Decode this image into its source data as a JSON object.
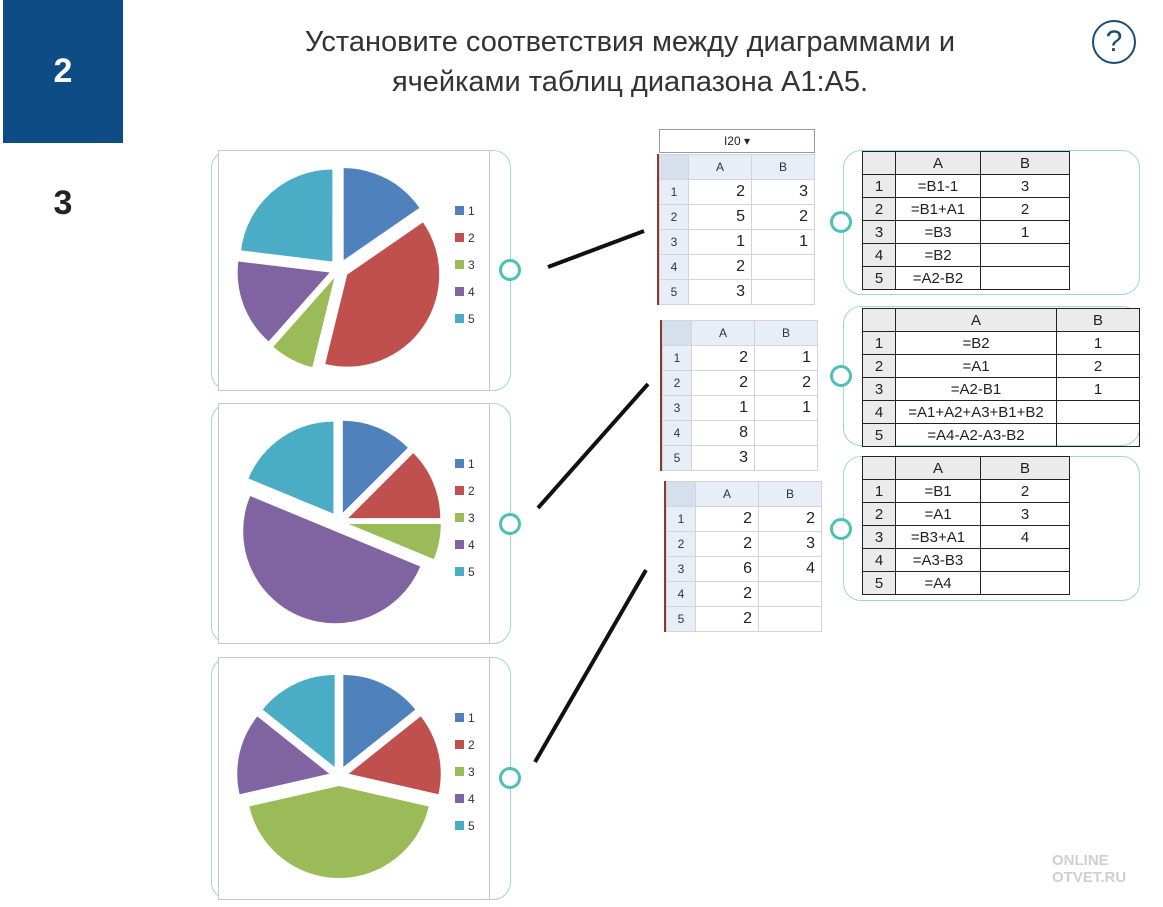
{
  "sidebar": {
    "items": [
      {
        "label": "2",
        "active": true
      },
      {
        "label": "3",
        "active": false
      }
    ]
  },
  "header": {
    "title_line1": "Установите соответствия между диаграммами и",
    "title_line2": "ячейками таблиц диапазона А1:А5.",
    "help_icon": "?"
  },
  "legend_labels": [
    "1",
    "2",
    "3",
    "4",
    "5"
  ],
  "colors": {
    "s1": "#4f81bd",
    "s2": "#c0504d",
    "s3": "#9bbb59",
    "s4": "#8064a2",
    "s5": "#4bacc6",
    "accent": "#4ec1b5",
    "sidebar_active": "#0e4c85"
  },
  "chart_data": [
    {
      "type": "pie",
      "categories": [
        "1",
        "2",
        "3",
        "4",
        "5"
      ],
      "values": [
        2,
        5,
        1,
        2,
        3
      ]
    },
    {
      "type": "pie",
      "categories": [
        "1",
        "2",
        "3",
        "4",
        "5"
      ],
      "values": [
        2,
        2,
        1,
        8,
        3
      ]
    },
    {
      "type": "pie",
      "categories": [
        "1",
        "2",
        "3",
        "4",
        "5"
      ],
      "values": [
        2,
        2,
        6,
        2,
        2
      ]
    }
  ],
  "spreadsheets": [
    {
      "namebox": "I20",
      "cols": [
        "A",
        "B"
      ],
      "rows": [
        [
          "1",
          "2",
          "3"
        ],
        [
          "2",
          "5",
          "2"
        ],
        [
          "3",
          "1",
          "1"
        ],
        [
          "4",
          "2",
          ""
        ],
        [
          "5",
          "3",
          ""
        ]
      ]
    },
    {
      "cols": [
        "A",
        "B"
      ],
      "rows": [
        [
          "1",
          "2",
          "1"
        ],
        [
          "2",
          "2",
          "2"
        ],
        [
          "3",
          "1",
          "1"
        ],
        [
          "4",
          "8",
          ""
        ],
        [
          "5",
          "3",
          ""
        ]
      ]
    },
    {
      "cols": [
        "A",
        "B"
      ],
      "rows": [
        [
          "1",
          "2",
          "2"
        ],
        [
          "2",
          "2",
          "3"
        ],
        [
          "3",
          "6",
          "4"
        ],
        [
          "4",
          "2",
          ""
        ],
        [
          "5",
          "2",
          ""
        ]
      ]
    }
  ],
  "formula_tables": [
    {
      "cols": [
        "A",
        "B"
      ],
      "rows": [
        [
          "1",
          "=B1-1",
          "3"
        ],
        [
          "2",
          "=B1+A1",
          "2"
        ],
        [
          "3",
          "=B3",
          "1"
        ],
        [
          "4",
          "=B2",
          ""
        ],
        [
          "5",
          "=A2-B2",
          ""
        ]
      ]
    },
    {
      "cols": [
        "A",
        "B"
      ],
      "rows": [
        [
          "1",
          "=B2",
          "1"
        ],
        [
          "2",
          "=A1",
          "2"
        ],
        [
          "3",
          "=A2-B1",
          "1"
        ],
        [
          "4",
          "=A1+A2+A3+B1+B2",
          ""
        ],
        [
          "5",
          "=A4-A2-A3-B2",
          ""
        ]
      ]
    },
    {
      "cols": [
        "A",
        "B"
      ],
      "rows": [
        [
          "1",
          "=B1",
          "2"
        ],
        [
          "2",
          "=A1",
          "3"
        ],
        [
          "3",
          "=B3+A1",
          "4"
        ],
        [
          "4",
          "=A3-B3",
          ""
        ],
        [
          "5",
          "=A4",
          ""
        ]
      ]
    }
  ],
  "watermark": {
    "line1": "ONLINE",
    "line2": "OTVET.RU"
  }
}
